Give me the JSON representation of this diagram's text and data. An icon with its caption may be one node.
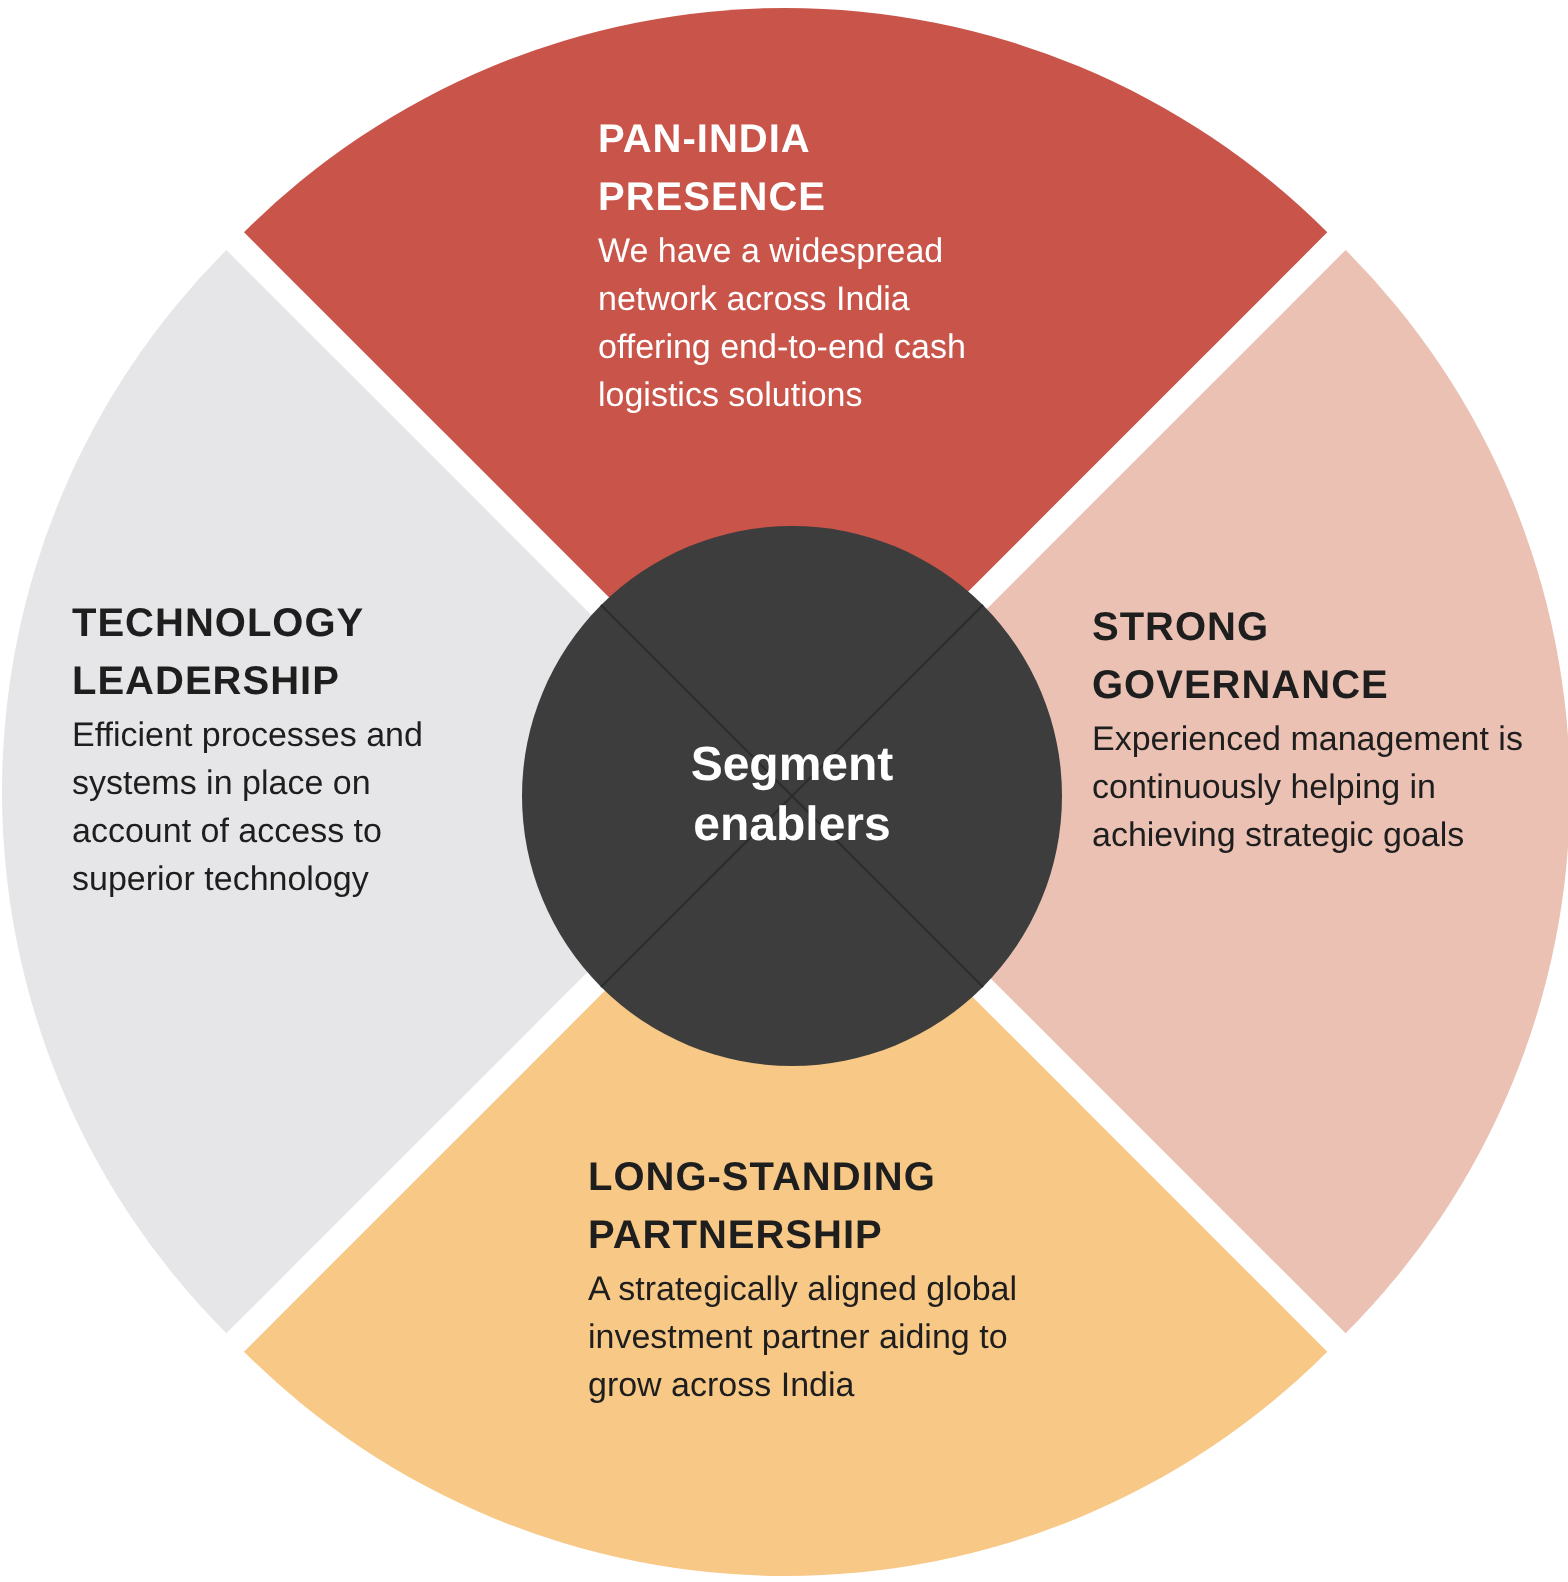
{
  "diagram": {
    "nodes": [
      {
        "text": [
          "PAN-INDIA PRESENCE",
          "We have a widespread network across India offering end-to-end cash logistics solutions"
        ]
      },
      {
        "text": [
          "STRONG GOVERNANCE",
          "Experienced management is continuously helping in achieving strategic goals"
        ]
      },
      {
        "text": [
          "LONG-STANDING PARTNERSHIP",
          "A strategically aligned global investment partner aiding to grow across India"
        ]
      },
      {
        "text": [
          "TECHNOLOGY LEADERSHIP",
          "Efficient processes and systems in place on account of access to superior technology"
        ]
      },
      {
        "text": [
          "Segment enablers"
        ]
      }
    ]
  }
}
